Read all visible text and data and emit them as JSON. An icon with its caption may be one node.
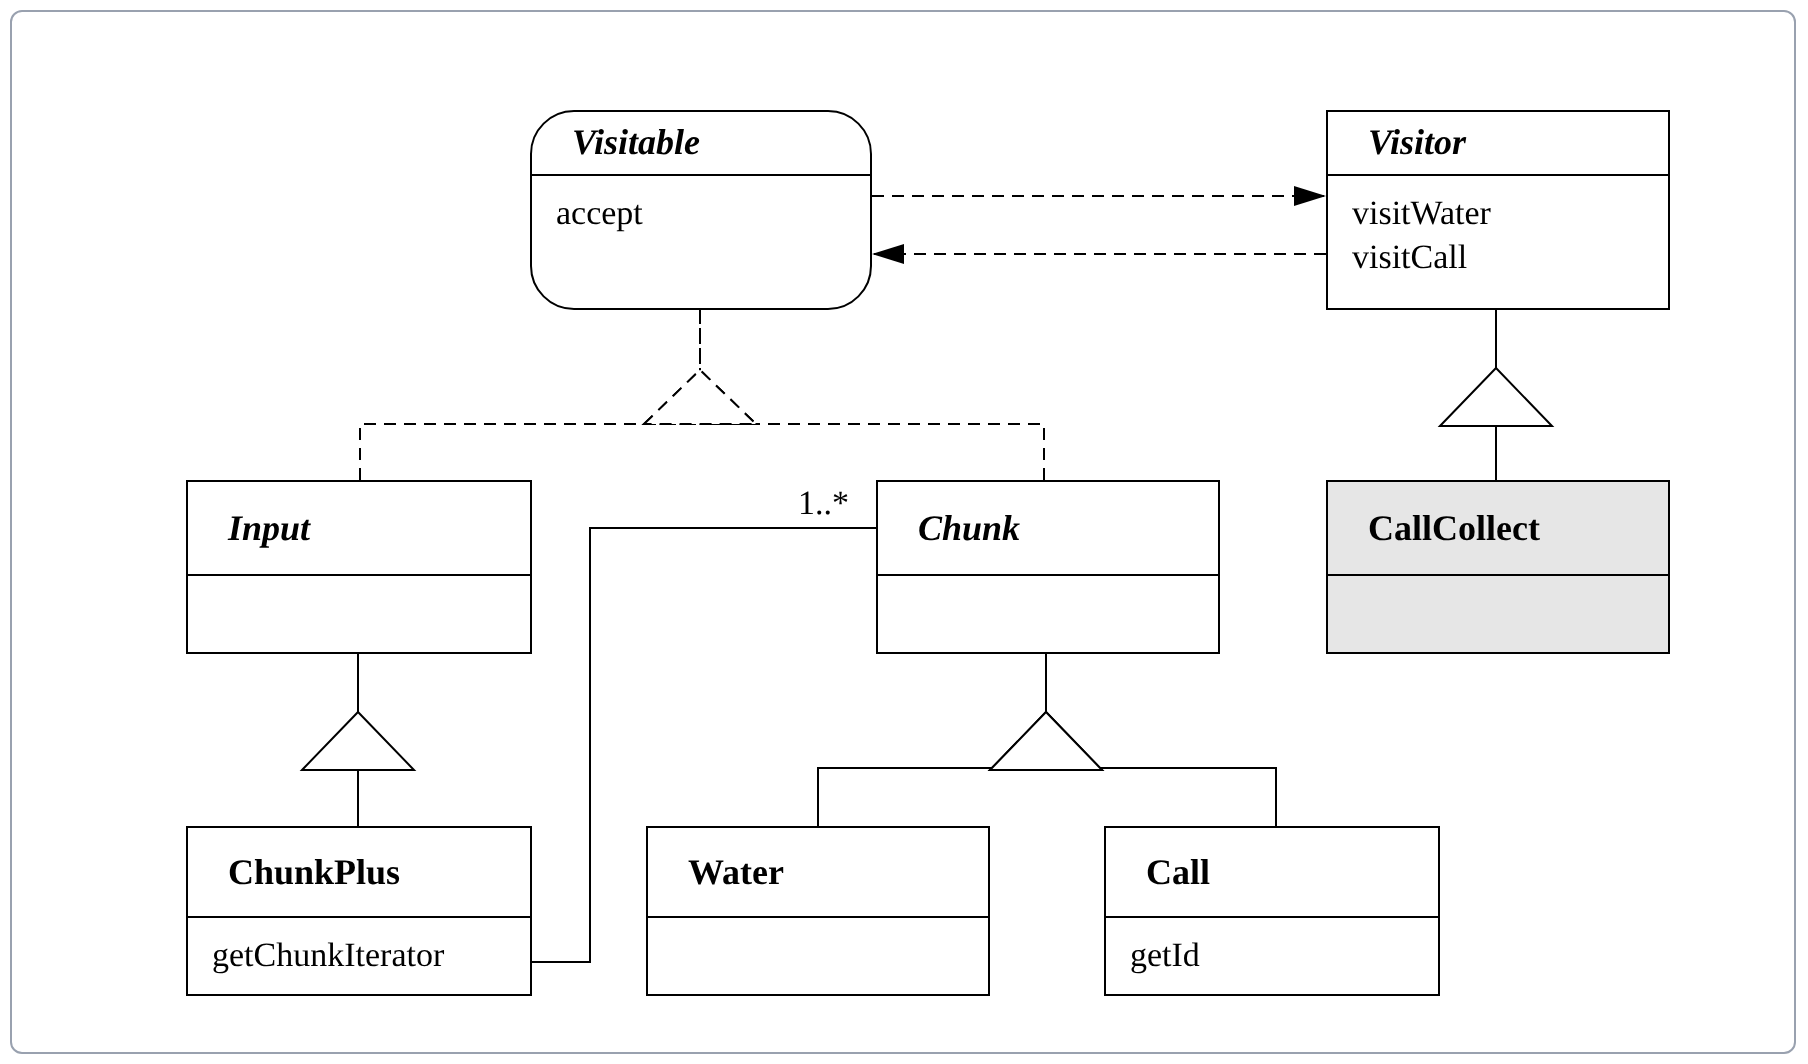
{
  "diagram": {
    "nodes": [
      {
        "text": [
          "Visitable",
          "accept"
        ]
      },
      {
        "text": [
          "Visitor",
          "visitWater",
          "visitCall"
        ]
      },
      {
        "text": [
          "Input"
        ]
      },
      {
        "text": [
          "Chunk"
        ]
      },
      {
        "text": [
          "CallCollect"
        ]
      },
      {
        "text": [
          "ChunkPlus",
          "getChunkIterator"
        ]
      },
      {
        "text": [
          "Water"
        ]
      },
      {
        "text": [
          "Call",
          "getId"
        ]
      }
    ],
    "edges": [
      {
        "from": 2,
        "to": 0,
        "arrow": "to",
        "style": "dashed"
      },
      {
        "from": 3,
        "to": 0,
        "arrow": "to",
        "style": "dashed"
      },
      {
        "from": 0,
        "to": 1,
        "arrow": "to",
        "style": "dashed"
      },
      {
        "from": 1,
        "to": 0,
        "arrow": "to",
        "style": "dashed"
      },
      {
        "from": 4,
        "to": 1,
        "arrow": "to"
      },
      {
        "from": 5,
        "to": 2,
        "arrow": "to"
      },
      {
        "from": 6,
        "to": 3,
        "arrow": "to"
      },
      {
        "from": 7,
        "to": 3,
        "arrow": "to"
      },
      {
        "from": 5,
        "to": 3,
        "arrow": "none",
        "label": "1..*"
      }
    ]
  }
}
